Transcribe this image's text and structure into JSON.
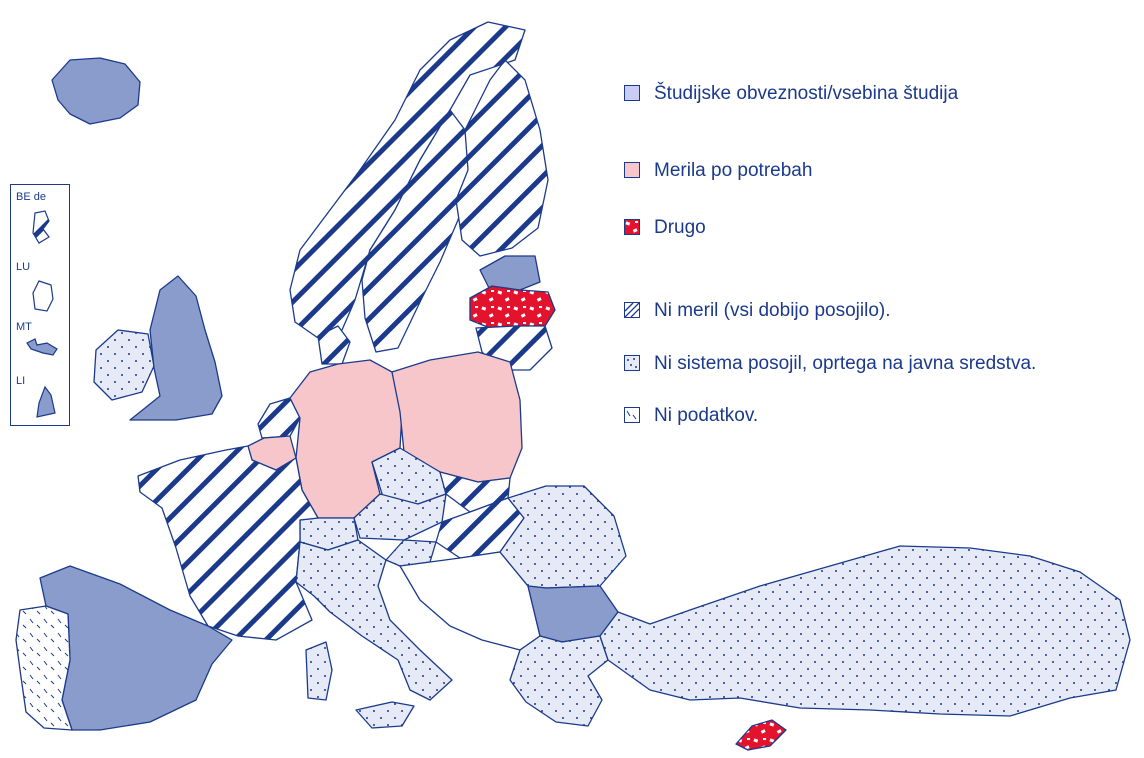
{
  "colors": {
    "outline": "#1b3a8c",
    "study_obligations": "#8a9ccb",
    "needs_based": "#f6c6cb",
    "other": "#e3122d",
    "no_loan_system_fill": "#e6eaf6"
  },
  "legend": {
    "items": [
      {
        "key": "study_obligations",
        "label": "Študijske obveznosti/vsebina študija",
        "pattern": "solid-blue"
      },
      {
        "key": "needs_based",
        "label": "Merila po potrebah",
        "pattern": "solid-pink"
      },
      {
        "key": "other",
        "label": "Drugo",
        "pattern": "red-dots"
      },
      {
        "key": "no_criteria",
        "label": "Ni meril (vsi dobijo posojilo).",
        "pattern": "diagonal-hatch"
      },
      {
        "key": "no_loan_system",
        "label": "Ni sistema posojil, oprtega na javna sredstva.",
        "pattern": "dotted"
      },
      {
        "key": "no_data",
        "label": "Ni podatkov.",
        "pattern": "dashes"
      }
    ]
  },
  "inset": {
    "labels": [
      "BE de",
      "LU",
      "MT",
      "LI"
    ]
  },
  "countries": {
    "IS": "study_obligations",
    "NO": "no_criteria",
    "SE": "no_criteria",
    "FI": "no_criteria",
    "EE": "study_obligations",
    "LV": "other",
    "LT": "no_criteria",
    "DK": "no_criteria",
    "UK": "study_obligations",
    "IE": "no_loan_system",
    "NL": "no_criteria",
    "BE": "needs_based",
    "DE": "needs_based",
    "PL": "needs_based",
    "CZ": "no_loan_system",
    "SK": "no_criteria",
    "HU": "no_criteria",
    "AT": "no_loan_system",
    "CH": "no_loan_system",
    "FR": "no_criteria",
    "ES": "study_obligations",
    "PT": "no_data",
    "IT": "no_loan_system",
    "SI": "no_loan_system",
    "RO": "no_loan_system",
    "BG": "study_obligations",
    "GR": "no_loan_system",
    "TR": "no_loan_system",
    "CY": "other"
  }
}
